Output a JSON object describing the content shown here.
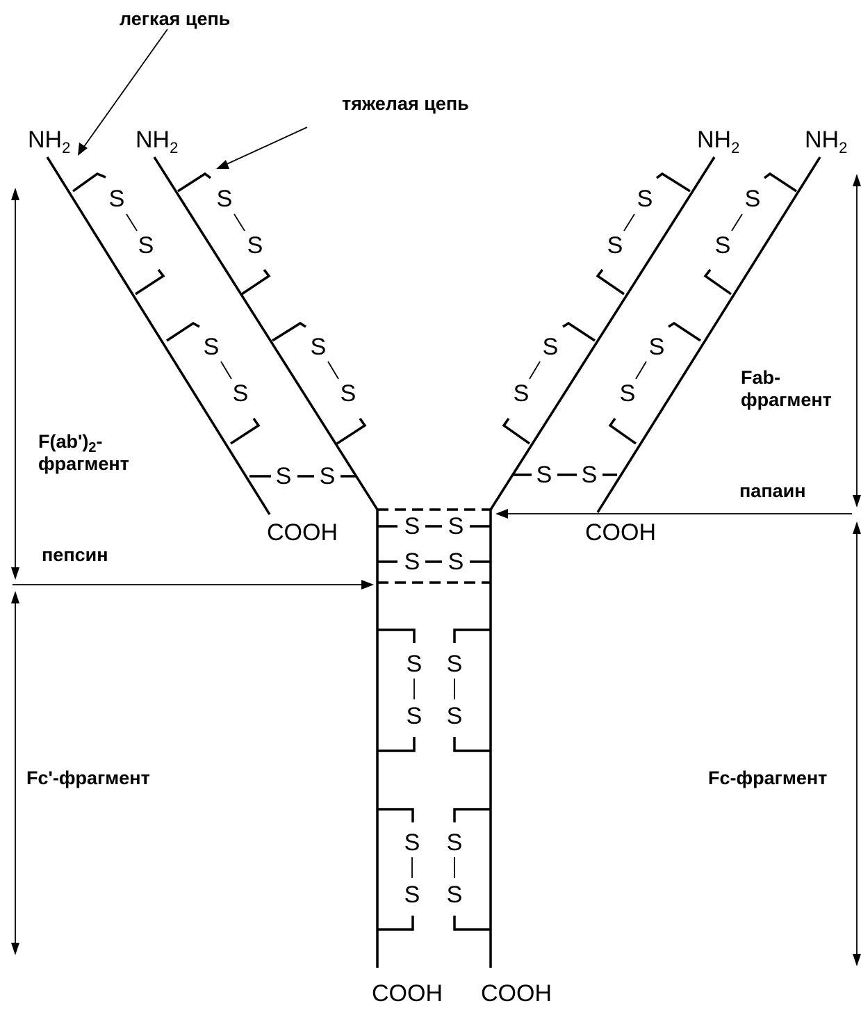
{
  "labels": {
    "light_chain": "легкая цепь",
    "heavy_chain": "тяжелая цепь",
    "fab_fragment_line1": "Fab-",
    "fab_fragment_line2": "фрагмент",
    "fab2_fragment_line1_a": "F(ab')",
    "fab2_fragment_line1_sub": "2",
    "fab2_fragment_line1_b": "-",
    "fab2_fragment_line2": "фрагмент",
    "papain": "папаин",
    "pepsin": "пепсин",
    "fc_prime_fragment": "Fc'-фрагмент",
    "fc_fragment": "Fc-фрагмент"
  },
  "termini": {
    "nh2_main": "NH",
    "nh2_sub": "2",
    "cooh": "COOH",
    "sulfur": "S"
  }
}
